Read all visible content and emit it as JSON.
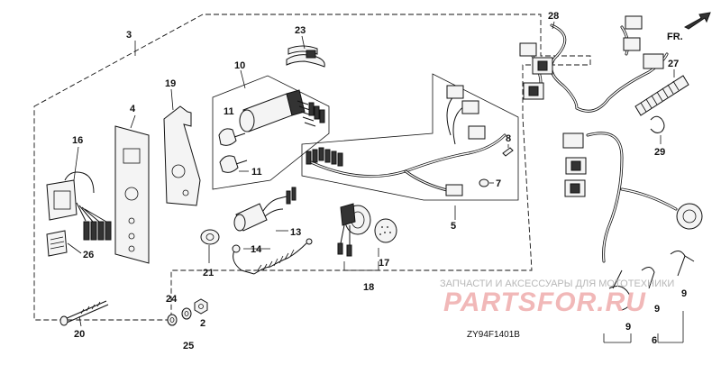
{
  "diagram": {
    "code": "ZY94F1401B",
    "front_marker": "FR.",
    "watermark": {
      "subtitle": "ЗАПЧАСТИ И АКСЕССУАРЫ ДЛЯ МОТОТЕХНИКИ",
      "logo": "PARTSFOR.RU"
    },
    "callouts": {
      "n2": "2",
      "n3": "3",
      "n4": "4",
      "n5": "5",
      "n6": "6",
      "n7": "7",
      "n8": "8",
      "n9a": "9",
      "n9b": "9",
      "n9c": "9",
      "n10": "10",
      "n11a": "11",
      "n11b": "11",
      "n13": "13",
      "n14": "14",
      "n16": "16",
      "n17": "17",
      "n18": "18",
      "n19": "19",
      "n20": "20",
      "n21": "21",
      "n23": "23",
      "n24": "24",
      "n25": "25",
      "n26": "26",
      "n27": "27",
      "n28": "28",
      "n29": "29"
    }
  }
}
